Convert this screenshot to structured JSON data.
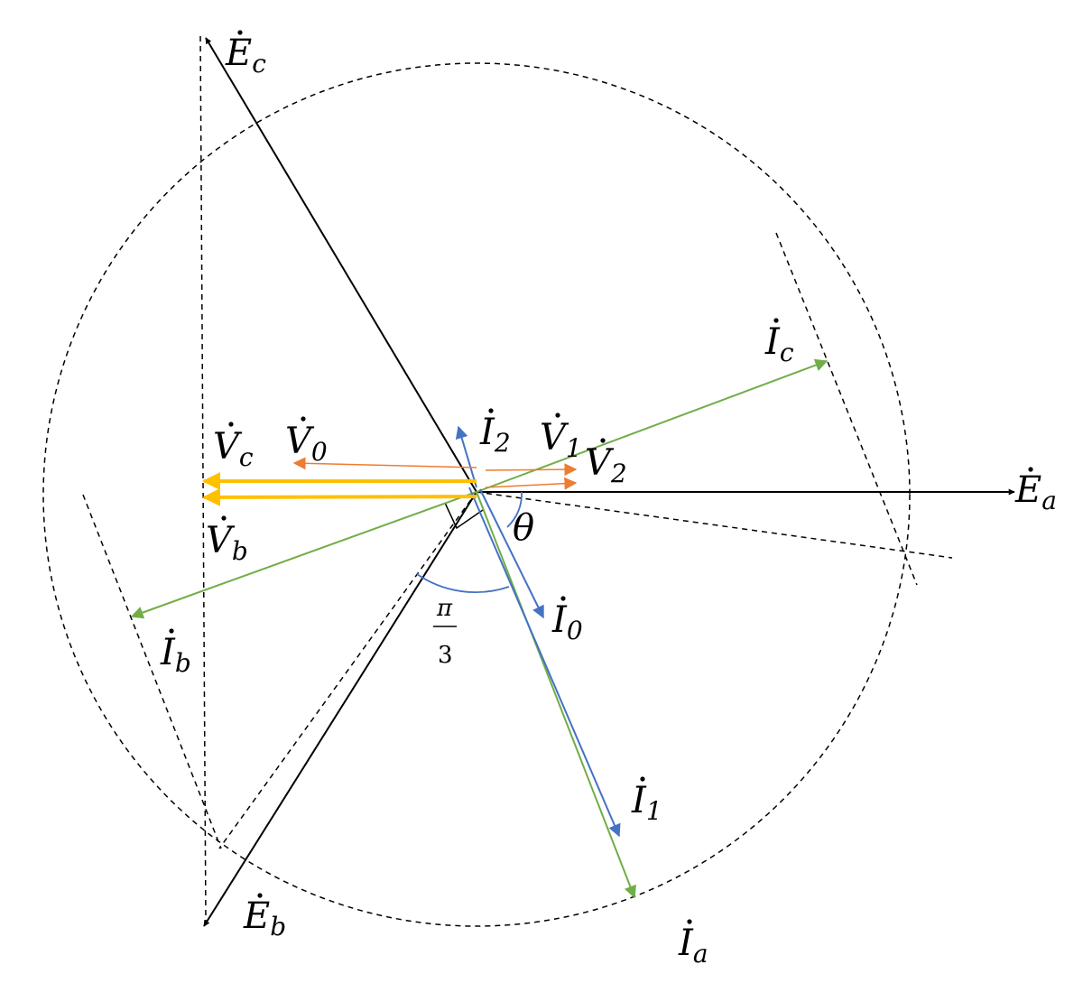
{
  "colors": {
    "black": "#000000",
    "blue": "#4472C4",
    "green": "#70AD47",
    "orange": "#ED7D31",
    "yellow": "#FFC000"
  },
  "labels": {
    "Ec": {
      "sym": "E",
      "sub": "c"
    },
    "Eb": {
      "sym": "E",
      "sub": "b"
    },
    "Ea": {
      "sym": "E",
      "sub": "a"
    },
    "Ic": {
      "sym": "I",
      "sub": "c"
    },
    "Ib": {
      "sym": "I",
      "sub": "b"
    },
    "Ia": {
      "sym": "I",
      "sub": "a"
    },
    "I0": {
      "sym": "I",
      "sub": "0"
    },
    "I1": {
      "sym": "I",
      "sub": "1"
    },
    "I2": {
      "sym": "I",
      "sub": "2"
    },
    "Vc": {
      "sym": "V",
      "sub": "c"
    },
    "Vb": {
      "sym": "V",
      "sub": "b"
    },
    "V0": {
      "sym": "V",
      "sub": "0"
    },
    "V1": {
      "sym": "V",
      "sub": "1"
    },
    "V2": {
      "sym": "V",
      "sub": "2"
    },
    "theta": "θ",
    "pi_over_3": {
      "num": "π",
      "den": "3"
    }
  }
}
